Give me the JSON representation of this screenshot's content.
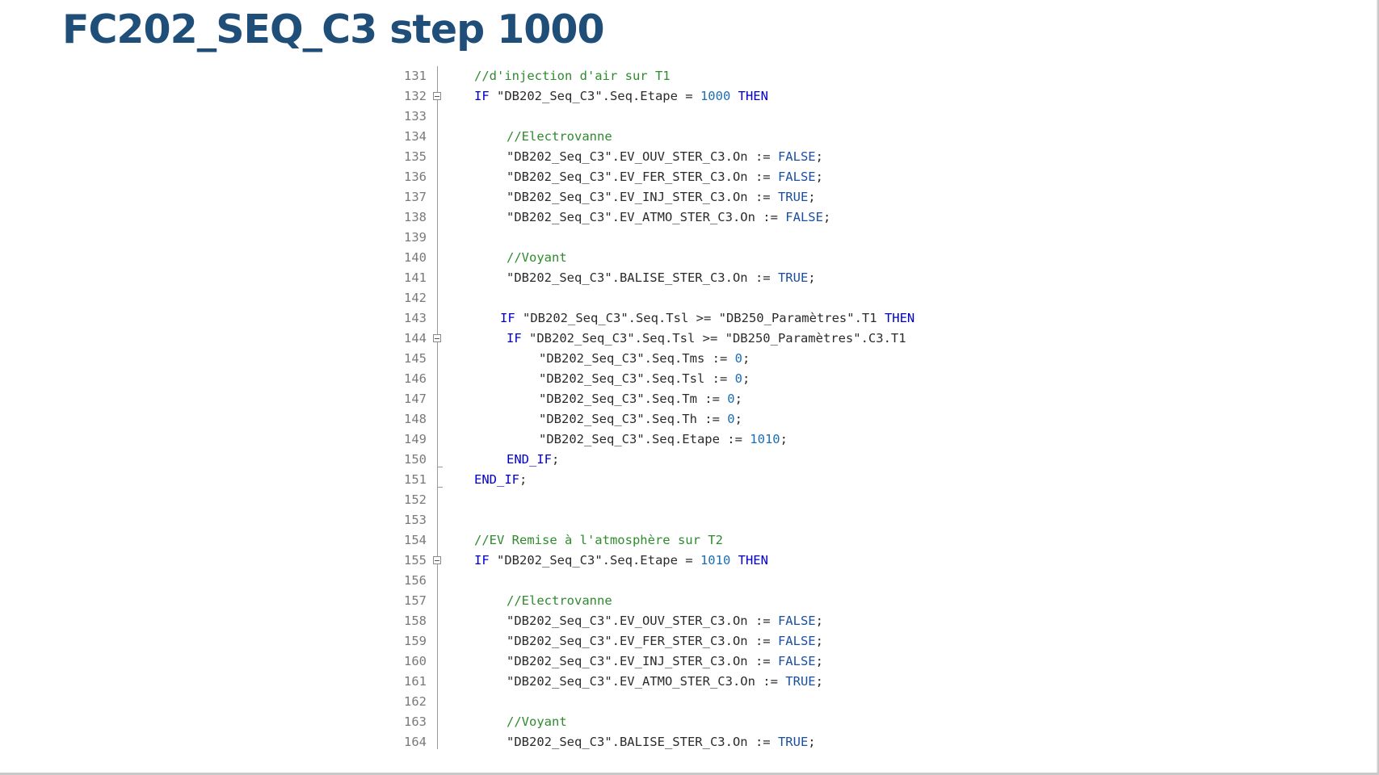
{
  "slide": {
    "title": "FC202_SEQ_C3 step 1000"
  },
  "code": {
    "lines": [
      {
        "n": "131",
        "indent": 0,
        "tokens": [
          {
            "t": "comment",
            "v": "//d'injection d'air sur T1"
          }
        ]
      },
      {
        "n": "132",
        "indent": 0,
        "fold": "start",
        "tokens": [
          {
            "t": "keyword",
            "v": "IF "
          },
          {
            "t": "default",
            "v": "\"DB202_Seq_C3\".Seq.Etape = "
          },
          {
            "t": "number",
            "v": "1000"
          },
          {
            "t": "keyword",
            "v": " THEN"
          }
        ]
      },
      {
        "n": "133",
        "indent": 0,
        "tokens": []
      },
      {
        "n": "134",
        "indent": 1,
        "tokens": [
          {
            "t": "comment",
            "v": "//Electrovanne"
          }
        ]
      },
      {
        "n": "135",
        "indent": 1,
        "tokens": [
          {
            "t": "default",
            "v": "\"DB202_Seq_C3\".EV_OUV_STER_C3.On := "
          },
          {
            "t": "bool",
            "v": "FALSE"
          },
          {
            "t": "default",
            "v": ";"
          }
        ]
      },
      {
        "n": "136",
        "indent": 1,
        "tokens": [
          {
            "t": "default",
            "v": "\"DB202_Seq_C3\".EV_FER_STER_C3.On := "
          },
          {
            "t": "bool",
            "v": "FALSE"
          },
          {
            "t": "default",
            "v": ";"
          }
        ]
      },
      {
        "n": "137",
        "indent": 1,
        "tokens": [
          {
            "t": "default",
            "v": "\"DB202_Seq_C3\".EV_INJ_STER_C3.On := "
          },
          {
            "t": "bool",
            "v": "TRUE"
          },
          {
            "t": "default",
            "v": ";"
          }
        ]
      },
      {
        "n": "138",
        "indent": 1,
        "tokens": [
          {
            "t": "default",
            "v": "\"DB202_Seq_C3\".EV_ATMO_STER_C3.On := "
          },
          {
            "t": "bool",
            "v": "FALSE"
          },
          {
            "t": "default",
            "v": ";"
          }
        ]
      },
      {
        "n": "139",
        "indent": 0,
        "tokens": []
      },
      {
        "n": "140",
        "indent": 1,
        "tokens": [
          {
            "t": "comment",
            "v": "//Voyant"
          }
        ]
      },
      {
        "n": "141",
        "indent": 1,
        "tokens": [
          {
            "t": "default",
            "v": "\"DB202_Seq_C3\".BALISE_STER_C3.On := "
          },
          {
            "t": "bool",
            "v": "TRUE"
          },
          {
            "t": "default",
            "v": ";"
          }
        ]
      },
      {
        "n": "142",
        "indent": 0,
        "tokens": []
      },
      {
        "n": "143",
        "indent": 0.8,
        "tokens": [
          {
            "t": "keyword",
            "v": "IF "
          },
          {
            "t": "default",
            "v": "\"DB202_Seq_C3\".Seq.Tsl >= \"DB250_Paramètres\".T1 "
          },
          {
            "t": "keyword",
            "v": "THEN"
          }
        ]
      },
      {
        "n": "144",
        "indent": 1,
        "fold": "start",
        "tokens": [
          {
            "t": "keyword",
            "v": "IF "
          },
          {
            "t": "default",
            "v": "\"DB202_Seq_C3\".Seq.Tsl >= \"DB250_Paramètres\".C3.T1"
          }
        ]
      },
      {
        "n": "145",
        "indent": 2,
        "tokens": [
          {
            "t": "default",
            "v": "\"DB202_Seq_C3\".Seq.Tms := "
          },
          {
            "t": "number",
            "v": "0"
          },
          {
            "t": "default",
            "v": ";"
          }
        ]
      },
      {
        "n": "146",
        "indent": 2,
        "tokens": [
          {
            "t": "default",
            "v": "\"DB202_Seq_C3\".Seq.Tsl := "
          },
          {
            "t": "number",
            "v": "0"
          },
          {
            "t": "default",
            "v": ";"
          }
        ]
      },
      {
        "n": "147",
        "indent": 2,
        "tokens": [
          {
            "t": "default",
            "v": "\"DB202_Seq_C3\".Seq.Tm := "
          },
          {
            "t": "number",
            "v": "0"
          },
          {
            "t": "default",
            "v": ";"
          }
        ]
      },
      {
        "n": "148",
        "indent": 2,
        "tokens": [
          {
            "t": "default",
            "v": "\"DB202_Seq_C3\".Seq.Th := "
          },
          {
            "t": "number",
            "v": "0"
          },
          {
            "t": "default",
            "v": ";"
          }
        ]
      },
      {
        "n": "149",
        "indent": 2,
        "tokens": [
          {
            "t": "default",
            "v": "\"DB202_Seq_C3\".Seq.Etape := "
          },
          {
            "t": "number",
            "v": "1010"
          },
          {
            "t": "default",
            "v": ";"
          }
        ]
      },
      {
        "n": "150",
        "indent": 1,
        "fold": "end",
        "tokens": [
          {
            "t": "keyword",
            "v": "END_IF"
          },
          {
            "t": "default",
            "v": ";"
          }
        ]
      },
      {
        "n": "151",
        "indent": 0,
        "fold": "end",
        "tokens": [
          {
            "t": "keyword",
            "v": "END_IF"
          },
          {
            "t": "default",
            "v": ";"
          }
        ]
      },
      {
        "n": "152",
        "indent": 0,
        "tokens": []
      },
      {
        "n": "153",
        "indent": 0,
        "tokens": []
      },
      {
        "n": "154",
        "indent": 0,
        "tokens": [
          {
            "t": "comment",
            "v": "//EV Remise à l'atmosphère sur T2"
          }
        ]
      },
      {
        "n": "155",
        "indent": 0,
        "fold": "start",
        "tokens": [
          {
            "t": "keyword",
            "v": "IF "
          },
          {
            "t": "default",
            "v": "\"DB202_Seq_C3\".Seq.Etape = "
          },
          {
            "t": "number",
            "v": "1010"
          },
          {
            "t": "keyword",
            "v": " THEN"
          }
        ]
      },
      {
        "n": "156",
        "indent": 0,
        "tokens": []
      },
      {
        "n": "157",
        "indent": 1,
        "tokens": [
          {
            "t": "comment",
            "v": "//Electrovanne"
          }
        ]
      },
      {
        "n": "158",
        "indent": 1,
        "tokens": [
          {
            "t": "default",
            "v": "\"DB202_Seq_C3\".EV_OUV_STER_C3.On := "
          },
          {
            "t": "bool",
            "v": "FALSE"
          },
          {
            "t": "default",
            "v": ";"
          }
        ]
      },
      {
        "n": "159",
        "indent": 1,
        "tokens": [
          {
            "t": "default",
            "v": "\"DB202_Seq_C3\".EV_FER_STER_C3.On := "
          },
          {
            "t": "bool",
            "v": "FALSE"
          },
          {
            "t": "default",
            "v": ";"
          }
        ]
      },
      {
        "n": "160",
        "indent": 1,
        "tokens": [
          {
            "t": "default",
            "v": "\"DB202_Seq_C3\".EV_INJ_STER_C3.On := "
          },
          {
            "t": "bool",
            "v": "FALSE"
          },
          {
            "t": "default",
            "v": ";"
          }
        ]
      },
      {
        "n": "161",
        "indent": 1,
        "tokens": [
          {
            "t": "default",
            "v": "\"DB202_Seq_C3\".EV_ATMO_STER_C3.On := "
          },
          {
            "t": "bool",
            "v": "TRUE"
          },
          {
            "t": "default",
            "v": ";"
          }
        ]
      },
      {
        "n": "162",
        "indent": 0,
        "tokens": []
      },
      {
        "n": "163",
        "indent": 1,
        "tokens": [
          {
            "t": "comment",
            "v": "//Voyant"
          }
        ]
      },
      {
        "n": "164",
        "indent": 1,
        "tokens": [
          {
            "t": "default",
            "v": "\"DB202_Seq_C3\".BALISE_STER_C3.On := "
          },
          {
            "t": "bool",
            "v": "TRUE"
          },
          {
            "t": "default",
            "v": ";"
          }
        ]
      }
    ]
  },
  "colors": {
    "title": "#1f4e79",
    "comment": "#2e8b2e",
    "keyword": "#0000cc",
    "number": "#1a6fb5",
    "bool": "#1a4fa0",
    "line_number": "#7a7a7a"
  }
}
